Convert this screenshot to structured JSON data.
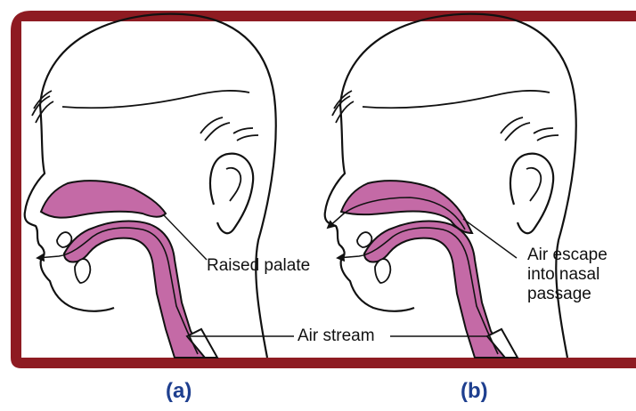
{
  "colors": {
    "frame_red": "#8e1b22",
    "tissue_pink": "#c46aa6",
    "outline": "#111111",
    "caption_blue": "#1e3f8f"
  },
  "panels": [
    {
      "caption": "(a)",
      "annotations": [
        "Raised palate"
      ]
    },
    {
      "caption": "(b)",
      "annotations": [
        "Air escape",
        "into nasal",
        "passage"
      ]
    }
  ],
  "shared_label": "Air stream"
}
